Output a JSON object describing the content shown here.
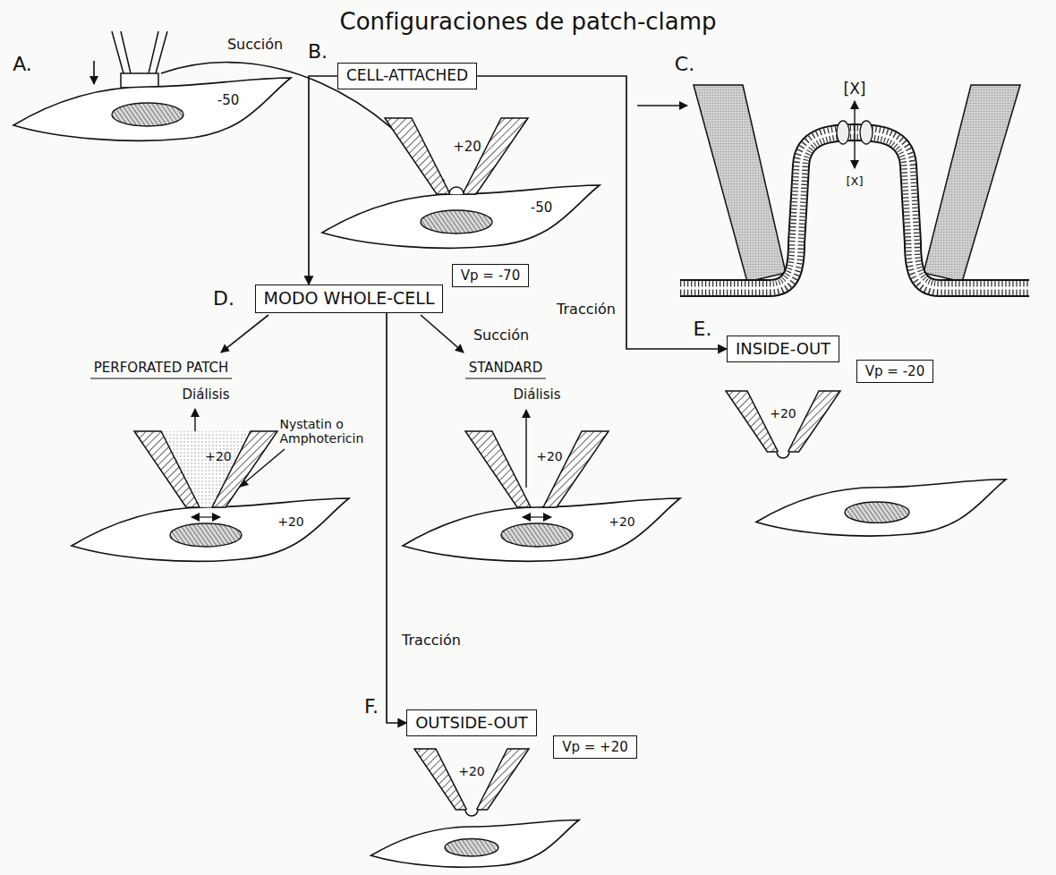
{
  "diagram": {
    "title": "Configuraciones de patch-clamp",
    "nodes": [
      {
        "text": [
          "CELL-ATTACHED"
        ]
      },
      {
        "text": [
          "Vp = -70"
        ]
      },
      {
        "text": [
          "MODO WHOLE-CELL"
        ]
      },
      {
        "text": [
          "INSIDE-OUT"
        ]
      },
      {
        "text": [
          "Vp = -20"
        ]
      },
      {
        "text": [
          "OUTSIDE-OUT"
        ]
      },
      {
        "text": [
          "Vp = +20"
        ]
      }
    ],
    "edges": [
      {
        "from": 0,
        "to": 2,
        "arrow": "to"
      },
      {
        "from": 0,
        "to": 3,
        "label": "Tracción",
        "arrow": "to"
      },
      {
        "from": 2,
        "to": 5,
        "label": "Tracción",
        "arrow": "to"
      }
    ],
    "labels": [
      "A.",
      "B.",
      "C.",
      "-50",
      "Succión",
      "+20",
      "-50",
      "[X]",
      "[X]",
      "D.",
      "E.",
      "PERFORATED PATCH",
      "STANDARD",
      "Succión",
      "Diálisis",
      "+20",
      "Nystatin o Amphotericin",
      "+20",
      "Diálisis",
      "+20",
      "+20",
      "+20",
      "F.",
      "+20"
    ]
  }
}
